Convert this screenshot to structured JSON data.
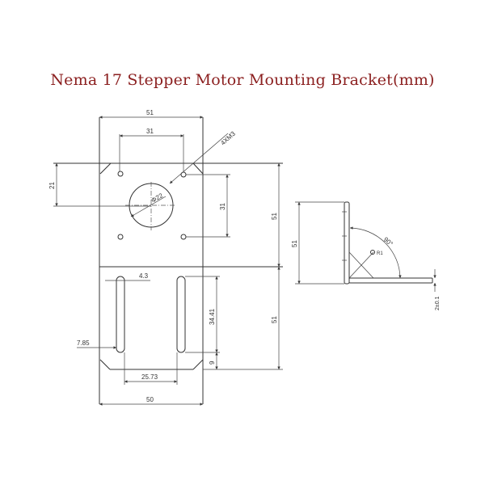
{
  "title": "Nema 17 Stepper Motor Mounting Bracket(mm)",
  "dimensions": {
    "plate_width_top": "51",
    "hole_spacing_horizontal": "31",
    "screw_holes": "4XM3",
    "shaft_hole": "Φ22",
    "hole_offset_left": "21",
    "hole_spacing_vertical": "31",
    "top_height": "51",
    "bottom_height": "51",
    "slot_width": "4.3",
    "slot_length": "34.41",
    "slot_edge_offset": "7.85",
    "bottom_margin": "9",
    "slot_spacing": "25.73",
    "plate_width_bottom": "50",
    "side_height": "51",
    "bend_angle": "90°",
    "bend_radius": "R1",
    "thickness": "2±0.1"
  }
}
